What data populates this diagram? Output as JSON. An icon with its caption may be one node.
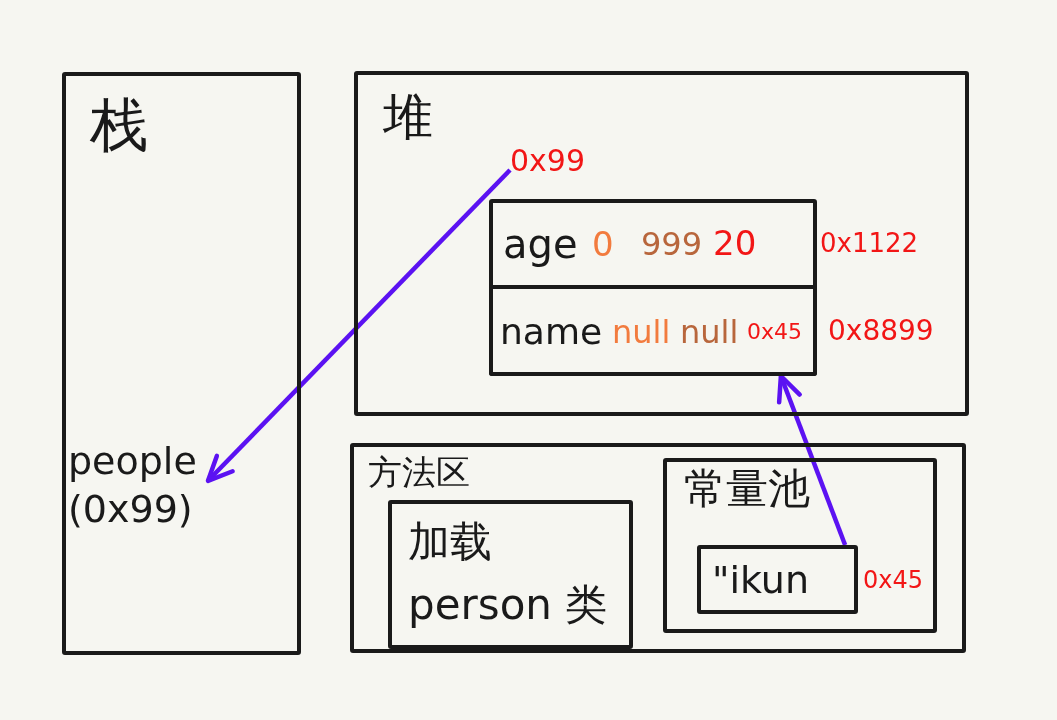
{
  "diagram": {
    "nodes": [
      {
        "text": [
          "栈"
        ]
      },
      {
        "text": [
          "people (0x99)"
        ],
        "in": 0
      },
      {
        "text": [
          "堆"
        ]
      },
      {
        "text": [
          "0x99"
        ],
        "in": 2
      },
      {
        "text": [
          "age",
          "0",
          "999",
          "20"
        ],
        "in": 2,
        "beside": [
          "0x1122"
        ]
      },
      {
        "text": [
          "name",
          "null",
          "null",
          "0x45"
        ],
        "in": 2,
        "beside": [
          "0x8899"
        ]
      },
      {
        "text": [
          "方法区"
        ]
      },
      {
        "text": [
          "加载 person 类"
        ],
        "in": 6
      },
      {
        "text": [
          "常量池"
        ],
        "in": 6
      },
      {
        "text": [
          "\"ikun"
        ],
        "in": 8,
        "beside": [
          "0x45"
        ]
      }
    ],
    "edges": [
      {
        "from": 3,
        "to": 1,
        "arrow": "to"
      },
      {
        "from": 9,
        "to": 5,
        "arrow": "to"
      }
    ]
  }
}
